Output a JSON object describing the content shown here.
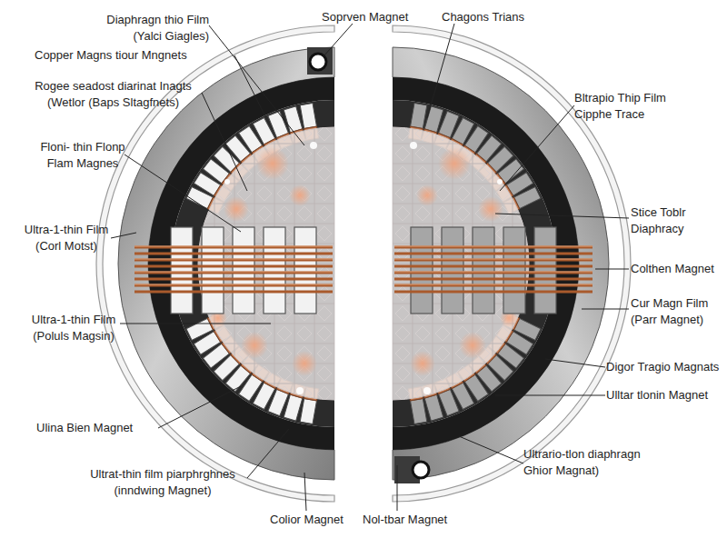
{
  "diagram": {
    "labels": [
      "Diaphragn thio Film (Yalci Giagles)",
      "Soprven Magnet",
      "Chagons Trians",
      "Copper Magns tiour Mngnets",
      "Rogee seadost diarinat Inagts (Wetlor (Baps Sltagfnets)",
      "Bltrapio Thip Film Cipphe Trace",
      "Floni- thin Flonp Flam Magnes",
      "Stice Toblr Diaphracy",
      "Ultra-1-thin Film (Corl Motst)",
      "Colthen Magnet",
      "Cur Magn Film (Parr Magnet)",
      "Ultra-1-thin Film (Poluls Magsin)",
      "Digor Tragio Magnats",
      "Ulina Bien Magnet",
      "Ulltar tlonin Magnet",
      "Ultrat-thin film piarphrghnes (inndwing Magnet)",
      "Ultrario-tlon diaphragn Ghior Magnat)",
      "Colior Magnet",
      "Nol-tbar Magnet"
    ]
  }
}
